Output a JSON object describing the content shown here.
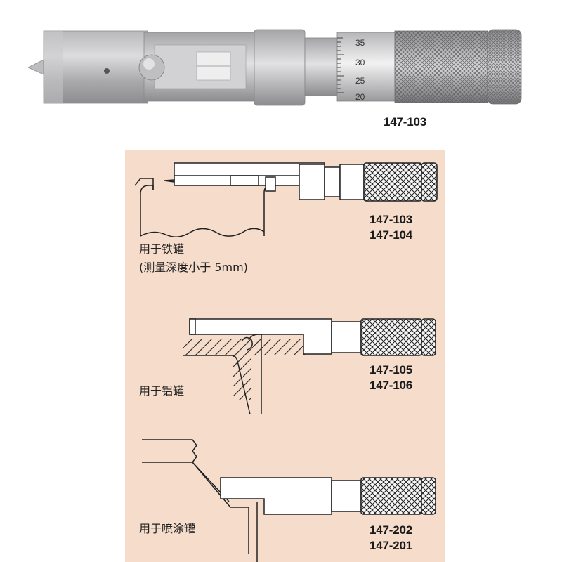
{
  "photo": {
    "model_label": "147-103",
    "thimble_scale": [
      "35",
      "30",
      "25",
      "20"
    ]
  },
  "panel": {
    "background_color": "#f5dccb",
    "sections": [
      {
        "caption_line1": "用于铁罐",
        "caption_line2": "(测量深度小于 5mm)",
        "models": [
          "147-103",
          "147-104"
        ]
      },
      {
        "caption_line1": "用于铝罐",
        "models": [
          "147-105",
          "147-106"
        ]
      },
      {
        "caption_line1": "用于喷涂罐",
        "models": [
          "147-202",
          "147-201"
        ]
      }
    ]
  }
}
